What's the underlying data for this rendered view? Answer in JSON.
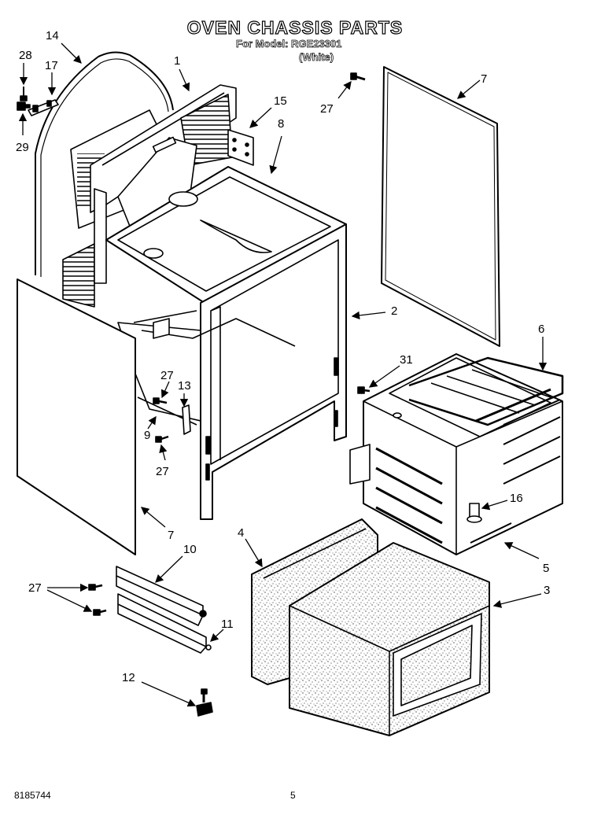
{
  "header": {
    "title": "OVEN CHASSIS PARTS",
    "model_line": "For Model: RGE23301",
    "color_line": "(White)"
  },
  "footer": {
    "doc_number": "8185744",
    "page_number": "5"
  },
  "callouts": [
    {
      "id": "c14",
      "label": "14"
    },
    {
      "id": "c28",
      "label": "28"
    },
    {
      "id": "c17",
      "label": "17"
    },
    {
      "id": "c29",
      "label": "29"
    },
    {
      "id": "c1",
      "label": "1"
    },
    {
      "id": "c15",
      "label": "15"
    },
    {
      "id": "c8",
      "label": "8"
    },
    {
      "id": "c27a",
      "label": "27"
    },
    {
      "id": "c7a",
      "label": "7"
    },
    {
      "id": "c2",
      "label": "2"
    },
    {
      "id": "c6",
      "label": "6"
    },
    {
      "id": "c31",
      "label": "31"
    },
    {
      "id": "c27b",
      "label": "27"
    },
    {
      "id": "c13",
      "label": "13"
    },
    {
      "id": "c9",
      "label": "9"
    },
    {
      "id": "c27c",
      "label": "27"
    },
    {
      "id": "c16",
      "label": "16"
    },
    {
      "id": "c7b",
      "label": "7"
    },
    {
      "id": "c10",
      "label": "10"
    },
    {
      "id": "c4",
      "label": "4"
    },
    {
      "id": "c5",
      "label": "5"
    },
    {
      "id": "c3",
      "label": "3"
    },
    {
      "id": "c27d",
      "label": "27"
    },
    {
      "id": "c11",
      "label": "11"
    },
    {
      "id": "c12",
      "label": "12"
    }
  ]
}
